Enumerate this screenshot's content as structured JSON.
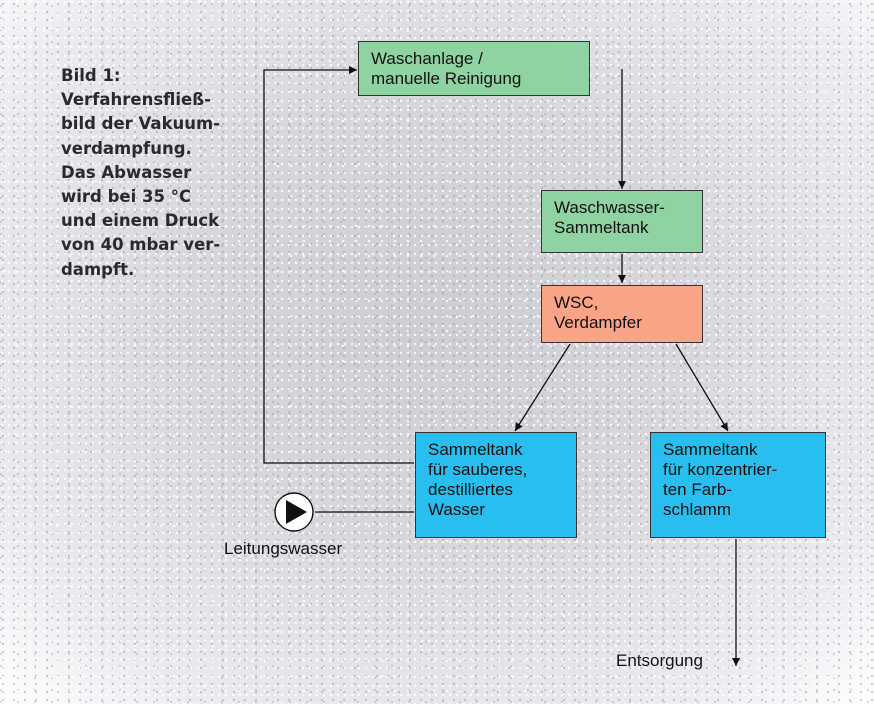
{
  "caption": "Bild 1:\nVerfahrensfließ-\nbild der Vakuum-\nverdampfung.\nDas Abwasser\nwird bei 35 °C\nund einem Druck\nvon 40 mbar ver-\ndampft.",
  "nodes": {
    "washing_plant": "Waschanlage /\nmanuelle Reinigung",
    "wash_water_tank": "Waschwasser-\nSammeltank",
    "evaporator": "WSC,\nVerdampfer",
    "clean_water_tank": "Sammeltank\nfür sauberes,\ndestilliertes\nWasser",
    "sludge_tank": "Sammeltank\nfür konzentrier-\nten Farb-\nschlamm"
  },
  "labels": {
    "tap_water": "Leitungswasser",
    "disposal": "Entsorgung"
  },
  "colors": {
    "green": "#8fd3a2",
    "salmon": "#f9a487",
    "blue": "#28bef0",
    "line": "#111111"
  }
}
